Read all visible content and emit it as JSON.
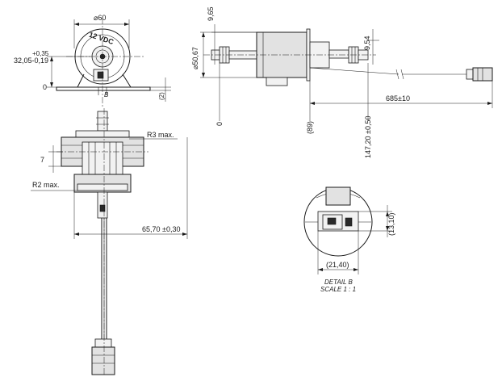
{
  "top_view": {
    "diameter_label": "⌀60",
    "voltage_label": "12 VDC",
    "offset_upper": "+0,35",
    "offset_lower": "32,05-0,19",
    "zero_label": "0",
    "detail_marker": "B",
    "paren_label": "(2)"
  },
  "front_view": {
    "r3_label": "R3 max.",
    "r2_label": "R2 max.",
    "seven_label": "7",
    "width_label": "65,70 ±0,30"
  },
  "side_view": {
    "h965_label": "9,65",
    "dia5067_label": "⌀50,67",
    "h954_label": "9,54",
    "zero_label": "0",
    "paren89_label": "(89)",
    "len14720_label": "147,20 ±0,50",
    "len68510_label": "685±10"
  },
  "detail_b": {
    "height_label": "(13,10)",
    "width_label": "(21,40)",
    "title": "DETAIL B",
    "scale": "SCALE 1 : 1"
  }
}
